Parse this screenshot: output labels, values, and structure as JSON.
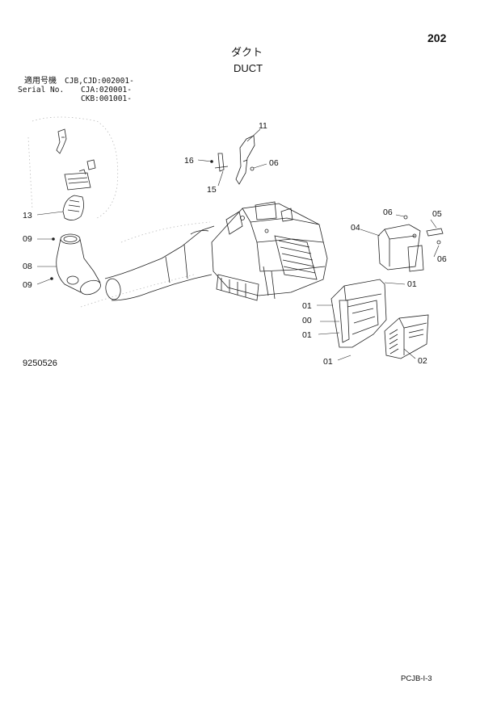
{
  "page_number": "202",
  "title_jp": "ダクト",
  "title_en": "DUCT",
  "serial": {
    "label_jp": "適用号機",
    "label_en": "Serial No.",
    "line1": "CJB,CJD:002001-",
    "line2": "CJA:020001-",
    "line3": "CKB:001001-"
  },
  "callouts": [
    "11",
    "16",
    "06",
    "15",
    "13",
    "09",
    "08",
    "09",
    "06",
    "05",
    "04",
    "06",
    "01",
    "01",
    "00",
    "01",
    "01",
    "02"
  ],
  "figure_number": "9250526",
  "footer_code": "PCJB-I-3"
}
